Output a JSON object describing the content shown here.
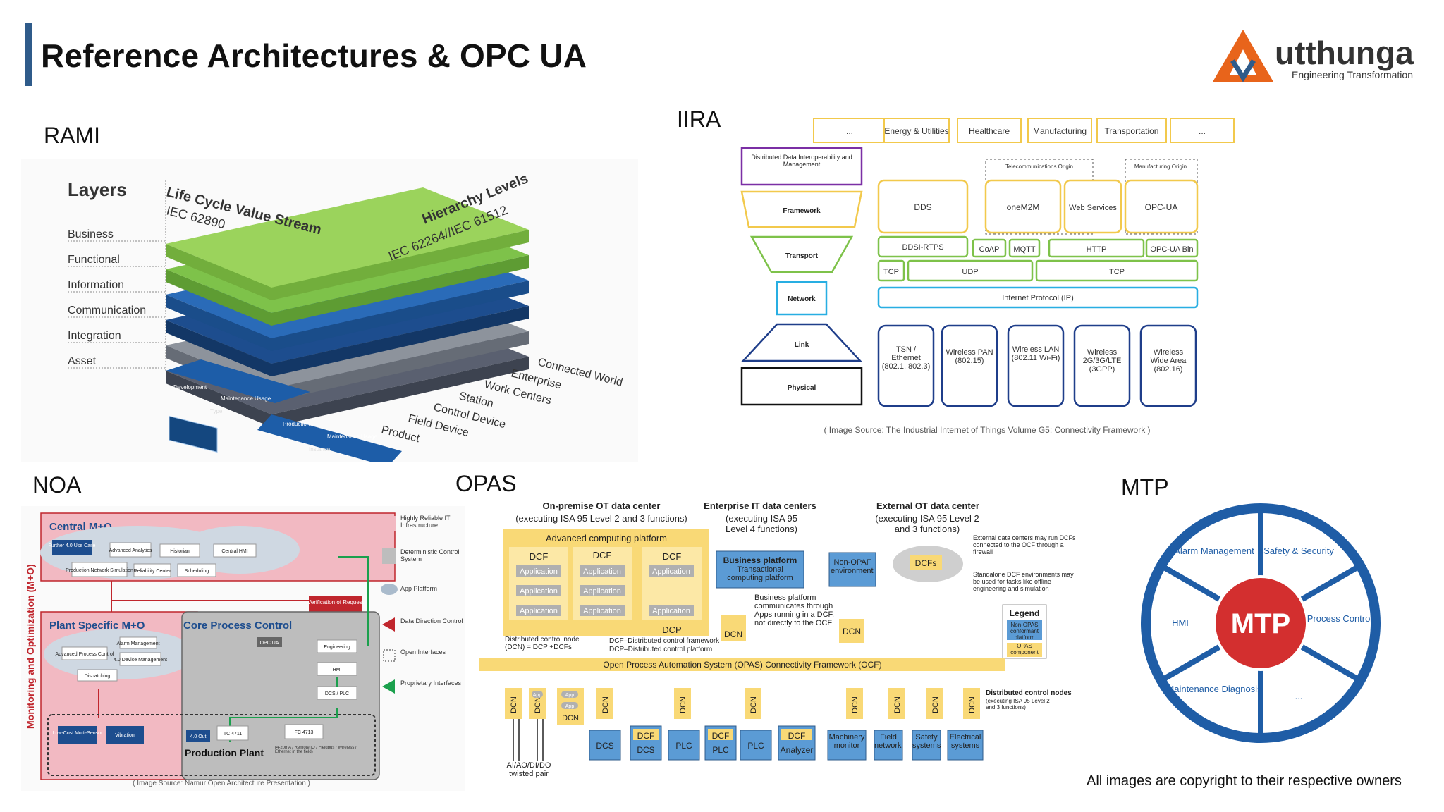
{
  "title": "Reference Architectures & OPC UA",
  "logo": {
    "name": "utthunga",
    "tagline": "Engineering Transformation",
    "accent": "#e8641b"
  },
  "copyright": "All images are copyright to their respective owners",
  "rami": {
    "heading": "RAMI",
    "layers_title": "Layers",
    "layers": [
      "Business",
      "Functional",
      "Information",
      "Communication",
      "Integration",
      "Asset"
    ],
    "lifecycle": "Life Cycle Value Stream",
    "lifecycle_std": "IEC 62890",
    "hierarchy": "Hierarchy Levels",
    "hierarchy_std": "IEC 62264//IEC 61512",
    "hierarchy_levels": [
      "Connected World",
      "Enterprise",
      "Work Centers",
      "Station",
      "Control Device",
      "Field Device",
      "Product"
    ],
    "type_boxes": [
      "Development",
      "Maintenance Usage"
    ],
    "type_label": "Type",
    "instance_boxes": [
      "Production",
      "Maintenance Usage"
    ],
    "instance_label": "Instance"
  },
  "iira": {
    "heading": "IIRA",
    "domains": [
      "...",
      "Energy & Utilities",
      "Healthcare",
      "Manufacturing",
      "Transportation",
      "..."
    ],
    "ddim": "Distributed Data Interoperability and Management",
    "funnel": [
      "Framework",
      "Transport",
      "Network",
      "Link",
      "Physical"
    ],
    "telecom_origin": "Telecommunications Origin",
    "mfg_origin": "Manufacturing Origin",
    "framework_boxes": [
      "DDS",
      "oneM2M",
      "Web Services",
      "OPC-UA"
    ],
    "transport_boxes": [
      "DDSI-RTPS",
      "CoAP",
      "MQTT",
      "HTTP",
      "OPC-UA Bin"
    ],
    "tcp_udp": [
      "TCP",
      "UDP",
      "TCP"
    ],
    "ip": "Internet Protocol (IP)",
    "link_boxes": [
      "TSN / Ethernet (802.1, 802.3)",
      "Wireless PAN (802.15)",
      "Wireless LAN (802.11 Wi-Fi)",
      "Wireless 2G/3G/LTE (3GPP)",
      "Wireless Wide Area (802.16)"
    ],
    "source": "( Image Source: The Industrial Internet of Things Volume G5: Connectivity Framework )"
  },
  "noa": {
    "heading": "NOA",
    "side_label": "Monitoring and Optimization (M+O)",
    "central": "Central M+O",
    "central_items": [
      "Further 4.0 Use Case",
      "Advanced Analytics",
      "Historian",
      "Central HMI",
      "Production Network Simulation",
      "Reliability Center",
      "Scheduling"
    ],
    "plant": "Plant Specific M+O",
    "plant_items": [
      "Alarm Management",
      "Advanced Process Control",
      "4.0 Device Management",
      "Dispatching"
    ],
    "core": "Core Process Control",
    "core_items": [
      "OPC UA",
      "Engineering",
      "HMI",
      "DCS / PLC"
    ],
    "verification": "Verification of Request",
    "field_items": [
      "Low-Cost Multi-Sensor",
      "Vibration",
      "4.0 Out",
      "TC 4711",
      "FC 4713"
    ],
    "production_plant": "Production Plant",
    "field_note": "(4-20mA / Remote IO / Fieldbus / Wireless / Ethernet in the field)",
    "legend": [
      "Highly Reliable IT Infrastructure",
      "Deterministic Control System",
      "App Platform",
      "Data Direction Control",
      "Open Interfaces",
      "Proprietary Interfaces"
    ],
    "source": "( Image Source: Namur Open Architecture Presentation )"
  },
  "opas": {
    "heading": "OPAS",
    "onprem": "On-premise OT data center",
    "onprem_sub": "(executing ISA 95 Level 2 and 3 functions)",
    "enterprise": "Enterprise IT data centers",
    "enterprise_sub": "(executing ISA 95 Level 4 functions)",
    "external": "External OT data center",
    "external_sub": "(executing ISA 95 Level 2 and 3 functions)",
    "adv_platform": "Advanced computing platform",
    "dcf": "DCF",
    "application": "Application",
    "dcp": "DCP",
    "dcn": "DCN",
    "dcfs": "DCFs",
    "app": "App",
    "bp_title": "Business platform",
    "bp_sub": "Transactional computing platform",
    "non_opaf": "Non-OPAF environments",
    "ext_note1": "External data centers may run DCFs connected to the OCF through a firewall",
    "ext_note2": "Standalone DCF environments may be used for tasks like offline engineering and simulation",
    "bp_note": "Business platform communicates through Apps running in a DCF, not directly to the OCF",
    "dcn_def": "Distributed control node (DCN) = DCP +DCFs",
    "dcf_def": "DCF–Distributed control framework",
    "dcp_def": "DCP–Distributed control platform",
    "ocf": "Open Process Automation System (OPAS) Connectivity Framework (OCF)",
    "legend_title": "Legend",
    "legend_items": [
      "Non-OPAS conformant platform",
      "OPAS component"
    ],
    "dist_nodes": "Distributed control nodes",
    "dist_nodes_sub": "(executing ISA 95 Level 2 and 3 functions)",
    "bottom": [
      "DCS",
      "DCF DCS",
      "PLC",
      "DCF PLC",
      "PLC",
      "DCF Analyzer",
      "Machinery monitor",
      "Field networks",
      "Safety systems",
      "Electrical systems"
    ],
    "io": "AI/AO/DI/DO twisted pair"
  },
  "mtp": {
    "heading": "MTP",
    "center": "MTP",
    "segments": [
      "Alarm Management",
      "Safety & Security",
      "Process Control",
      "...",
      "Maintenance Diagnosis",
      "HMI"
    ]
  }
}
